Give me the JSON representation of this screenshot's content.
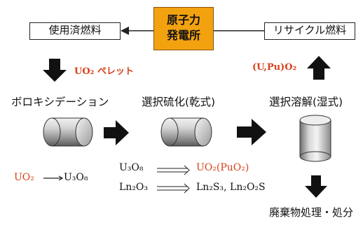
{
  "top": {
    "used_fuel": "使用済燃料",
    "plant_line1": "原子力",
    "plant_line2": "発電所",
    "recycle_fuel": "リサイクル燃料"
  },
  "left": {
    "pellet_label": "UO₂ ペレット"
  },
  "right": {
    "product_label": "(U,Pu)O₂"
  },
  "steps": {
    "voloxidation": "ボロキシデーション",
    "sulfurization": "選択硫化(乾式)",
    "dissolution": "選択溶解(湿式)"
  },
  "reactions": {
    "uo2": "UO₂",
    "u3o8_product": "U₃O₈",
    "u3o8": "U₃O₈",
    "uo2_puo2": "UO₂(PuO₂)",
    "ln2o3": "Ln₂O₃",
    "ln_products": "Ln₂S₃, Ln₂O₂S"
  },
  "bottom": {
    "waste": "廃棄物処理・処分"
  },
  "colors": {
    "accent_red": "#d8401c",
    "plant_orange": "#f3a20f"
  }
}
